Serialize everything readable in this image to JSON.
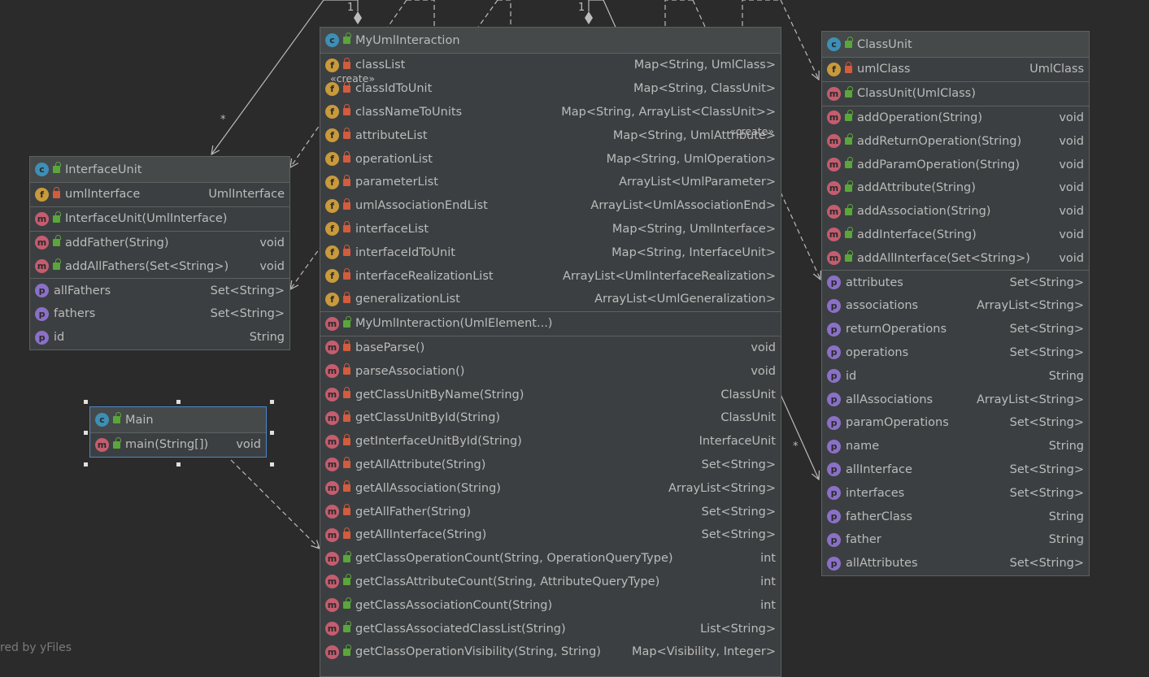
{
  "classes": {
    "interface_unit": {
      "name": "InterfaceUnit",
      "fields": [
        {
          "name": "umlInterface",
          "type": "UmlInterface"
        }
      ],
      "constructors": [
        {
          "name": "InterfaceUnit(UmlInterface)"
        }
      ],
      "methods": [
        {
          "name": "addFather(String)",
          "type": "void"
        },
        {
          "name": "addAllFathers(Set<String>)",
          "type": "void"
        }
      ],
      "properties": [
        {
          "name": "allFathers",
          "type": "Set<String>"
        },
        {
          "name": "fathers",
          "type": "Set<String>"
        },
        {
          "name": "id",
          "type": "String"
        }
      ]
    },
    "main": {
      "name": "Main",
      "methods": [
        {
          "name": "main(String[])",
          "type": "void"
        }
      ]
    },
    "my_uml_interaction": {
      "name": "MyUmlInteraction",
      "fields": [
        {
          "name": "classList",
          "type": "Map<String, UmlClass>"
        },
        {
          "name": "classIdToUnit",
          "type": "Map<String, ClassUnit>"
        },
        {
          "name": "classNameToUnits",
          "type": "Map<String, ArrayList<ClassUnit>>"
        },
        {
          "name": "attributeList",
          "type": "Map<String, UmlAttribute>"
        },
        {
          "name": "operationList",
          "type": "Map<String, UmlOperation>"
        },
        {
          "name": "parameterList",
          "type": "ArrayList<UmlParameter>"
        },
        {
          "name": "umlAssociationEndList",
          "type": "ArrayList<UmlAssociationEnd>"
        },
        {
          "name": "interfaceList",
          "type": "Map<String, UmlInterface>"
        },
        {
          "name": "interfaceIdToUnit",
          "type": "Map<String, InterfaceUnit>"
        },
        {
          "name": "interfaceRealizationList",
          "type": "ArrayList<UmlInterfaceRealization>"
        },
        {
          "name": "generalizationList",
          "type": "ArrayList<UmlGeneralization>"
        }
      ],
      "constructors": [
        {
          "name": "MyUmlInteraction(UmlElement...)"
        }
      ],
      "methods": [
        {
          "name": "baseParse()",
          "type": "void",
          "vis": "private"
        },
        {
          "name": "parseAssociation()",
          "type": "void",
          "vis": "private"
        },
        {
          "name": "getClassUnitByName(String)",
          "type": "ClassUnit",
          "vis": "private"
        },
        {
          "name": "getClassUnitById(String)",
          "type": "ClassUnit",
          "vis": "private"
        },
        {
          "name": "getInterfaceUnitById(String)",
          "type": "InterfaceUnit",
          "vis": "private"
        },
        {
          "name": "getAllAttribute(String)",
          "type": "Set<String>",
          "vis": "private"
        },
        {
          "name": "getAllAssociation(String)",
          "type": "ArrayList<String>",
          "vis": "private"
        },
        {
          "name": "getAllFather(String)",
          "type": "Set<String>",
          "vis": "private"
        },
        {
          "name": "getAllInterface(String)",
          "type": "Set<String>",
          "vis": "private"
        },
        {
          "name": "getClassOperationCount(String, OperationQueryType)",
          "type": "int",
          "vis": "public"
        },
        {
          "name": "getClassAttributeCount(String, AttributeQueryType)",
          "type": "int",
          "vis": "public"
        },
        {
          "name": "getClassAssociationCount(String)",
          "type": "int",
          "vis": "public"
        },
        {
          "name": "getClassAssociatedClassList(String)",
          "type": "List<String>",
          "vis": "public"
        },
        {
          "name": "getClassOperationVisibility(String, String)",
          "type": "Map<Visibility, Integer>",
          "vis": "public"
        }
      ]
    },
    "class_unit": {
      "name": "ClassUnit",
      "fields": [
        {
          "name": "umlClass",
          "type": "UmlClass"
        }
      ],
      "constructors": [
        {
          "name": "ClassUnit(UmlClass)"
        }
      ],
      "methods": [
        {
          "name": "addOperation(String)",
          "type": "void"
        },
        {
          "name": "addReturnOperation(String)",
          "type": "void"
        },
        {
          "name": "addParamOperation(String)",
          "type": "void"
        },
        {
          "name": "addAttribute(String)",
          "type": "void"
        },
        {
          "name": "addAssociation(String)",
          "type": "void"
        },
        {
          "name": "addInterface(String)",
          "type": "void"
        },
        {
          "name": "addAllInterface(Set<String>)",
          "type": "void"
        }
      ],
      "properties": [
        {
          "name": "attributes",
          "type": "Set<String>"
        },
        {
          "name": "associations",
          "type": "ArrayList<String>"
        },
        {
          "name": "returnOperations",
          "type": "Set<String>"
        },
        {
          "name": "operations",
          "type": "Set<String>"
        },
        {
          "name": "id",
          "type": "String"
        },
        {
          "name": "allAssociations",
          "type": "ArrayList<String>"
        },
        {
          "name": "paramOperations",
          "type": "Set<String>"
        },
        {
          "name": "name",
          "type": "String"
        },
        {
          "name": "allInterface",
          "type": "Set<String>"
        },
        {
          "name": "interfaces",
          "type": "Set<String>"
        },
        {
          "name": "fatherClass",
          "type": "String"
        },
        {
          "name": "father",
          "type": "String"
        },
        {
          "name": "allAttributes",
          "type": "Set<String>"
        }
      ]
    }
  },
  "badges": {
    "class": "c",
    "field": "f",
    "method": "m",
    "property": "p"
  },
  "edge_labels": {
    "one_left": "1",
    "one_right": "1",
    "many_left": "*",
    "many_right": "*",
    "create_left": "«create»",
    "create_right": "«create»"
  },
  "watermark": "red by yFiles"
}
